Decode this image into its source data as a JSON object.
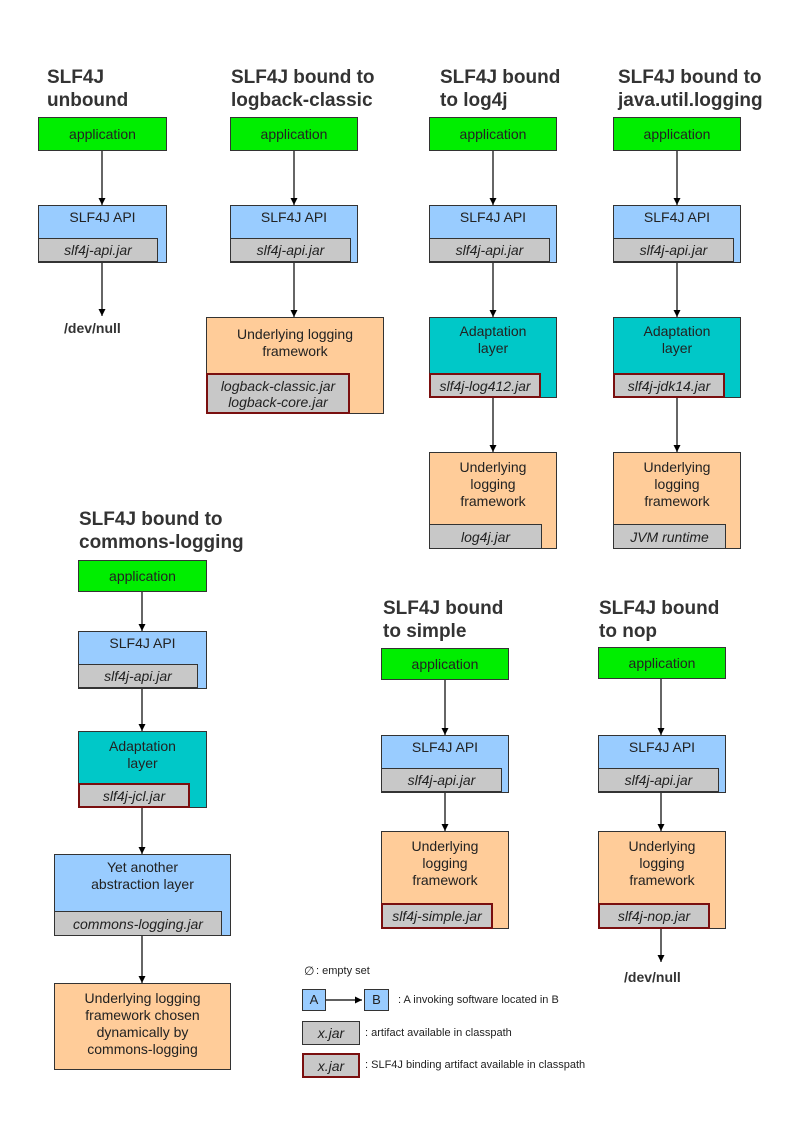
{
  "columns": {
    "unbound": {
      "title": "SLF4J\nunbound",
      "app": "application",
      "api": "SLF4J API",
      "api_jar": "slf4j-api.jar",
      "end": "/dev/null"
    },
    "logback": {
      "title": "SLF4J bound to\nlogback-classic",
      "app": "application",
      "api": "SLF4J API",
      "api_jar": "slf4j-api.jar",
      "fw": "Underlying logging\nframework",
      "fw_jar": "logback-classic.jar\nlogback-core.jar"
    },
    "log4j": {
      "title": "SLF4J bound\nto log4j",
      "app": "application",
      "api": "SLF4J API",
      "api_jar": "slf4j-api.jar",
      "adapt": "Adaptation\nlayer",
      "adapt_jar": "slf4j-log412.jar",
      "fw": "Underlying\nlogging\nframework",
      "fw_jar": "log4j.jar"
    },
    "jul": {
      "title": "SLF4J bound to\njava.util.logging",
      "app": "application",
      "api": "SLF4J API",
      "api_jar": "slf4j-api.jar",
      "adapt": "Adaptation\nlayer",
      "adapt_jar": "slf4j-jdk14.jar",
      "fw": "Underlying\nlogging\nframework",
      "fw_jar": "JVM runtime"
    },
    "jcl": {
      "title": "SLF4J bound to\ncommons-logging",
      "app": "application",
      "api": "SLF4J API",
      "api_jar": "slf4j-api.jar",
      "adapt": "Adaptation\nlayer",
      "adapt_jar": "slf4j-jcl.jar",
      "abs": "Yet another\nabstraction layer",
      "abs_jar": "commons-logging.jar",
      "fw": "Underlying logging\nframework chosen\ndynamically by\ncommons-logging"
    },
    "simple": {
      "title": "SLF4J bound\nto simple",
      "app": "application",
      "api": "SLF4J API",
      "api_jar": "slf4j-api.jar",
      "fw": "Underlying\nlogging\nframework",
      "fw_jar": "slf4j-simple.jar"
    },
    "nop": {
      "title": "SLF4J bound\nto nop",
      "app": "application",
      "api": "SLF4J API",
      "api_jar": "slf4j-api.jar",
      "fw": "Underlying\nlogging\nframework",
      "fw_jar": "slf4j-nop.jar",
      "end": "/dev/null"
    }
  },
  "legend": {
    "empty_symbol": "∅",
    "empty_text": ": empty set",
    "a_label": "A",
    "b_label": "B",
    "invoke_text": ": A invoking software located in B",
    "jar_label": "x.jar",
    "artifact_text": ": artifact available in classpath",
    "bind_jar_label": "x.jar",
    "binding_text": ": SLF4J binding artifact available in classpath"
  },
  "colors": {
    "application": "#00ee00",
    "api": "#99ccff",
    "adaptation": "#00c8c8",
    "framework": "#ffcc99",
    "jar": "#c8c8c8",
    "binding_border": "#7a0f0f"
  }
}
